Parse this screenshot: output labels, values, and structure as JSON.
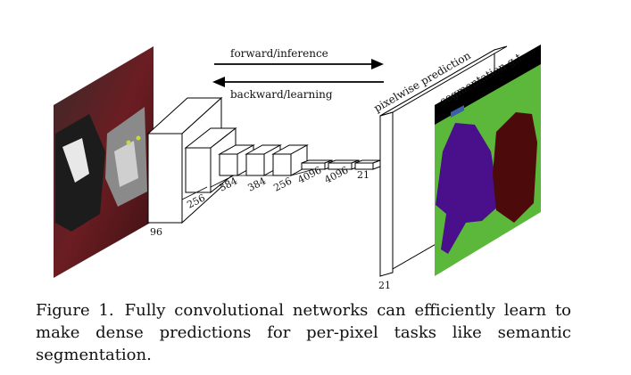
{
  "arrows": {
    "forward": "forward/inference",
    "backward": "backward/learning"
  },
  "labels": {
    "prediction": "pixelwise prediction",
    "ground_truth": "segmentation g.t."
  },
  "layers": [
    "96",
    "256",
    "384",
    "384",
    "256",
    "4096",
    "4096",
    "21"
  ],
  "output_layer": "21",
  "caption": {
    "number": "Figure 1.",
    "text": "Fully convolutional networks can efficiently learn to make dense predictions for per-pixel tasks like semantic segmentation."
  },
  "colors": {
    "dog_purple": "#4a0f8a",
    "cat_maroon": "#4d0a0a",
    "background_green": "#5cb83a",
    "void_black": "#000000",
    "photo_dark_red": "#5a1418"
  }
}
